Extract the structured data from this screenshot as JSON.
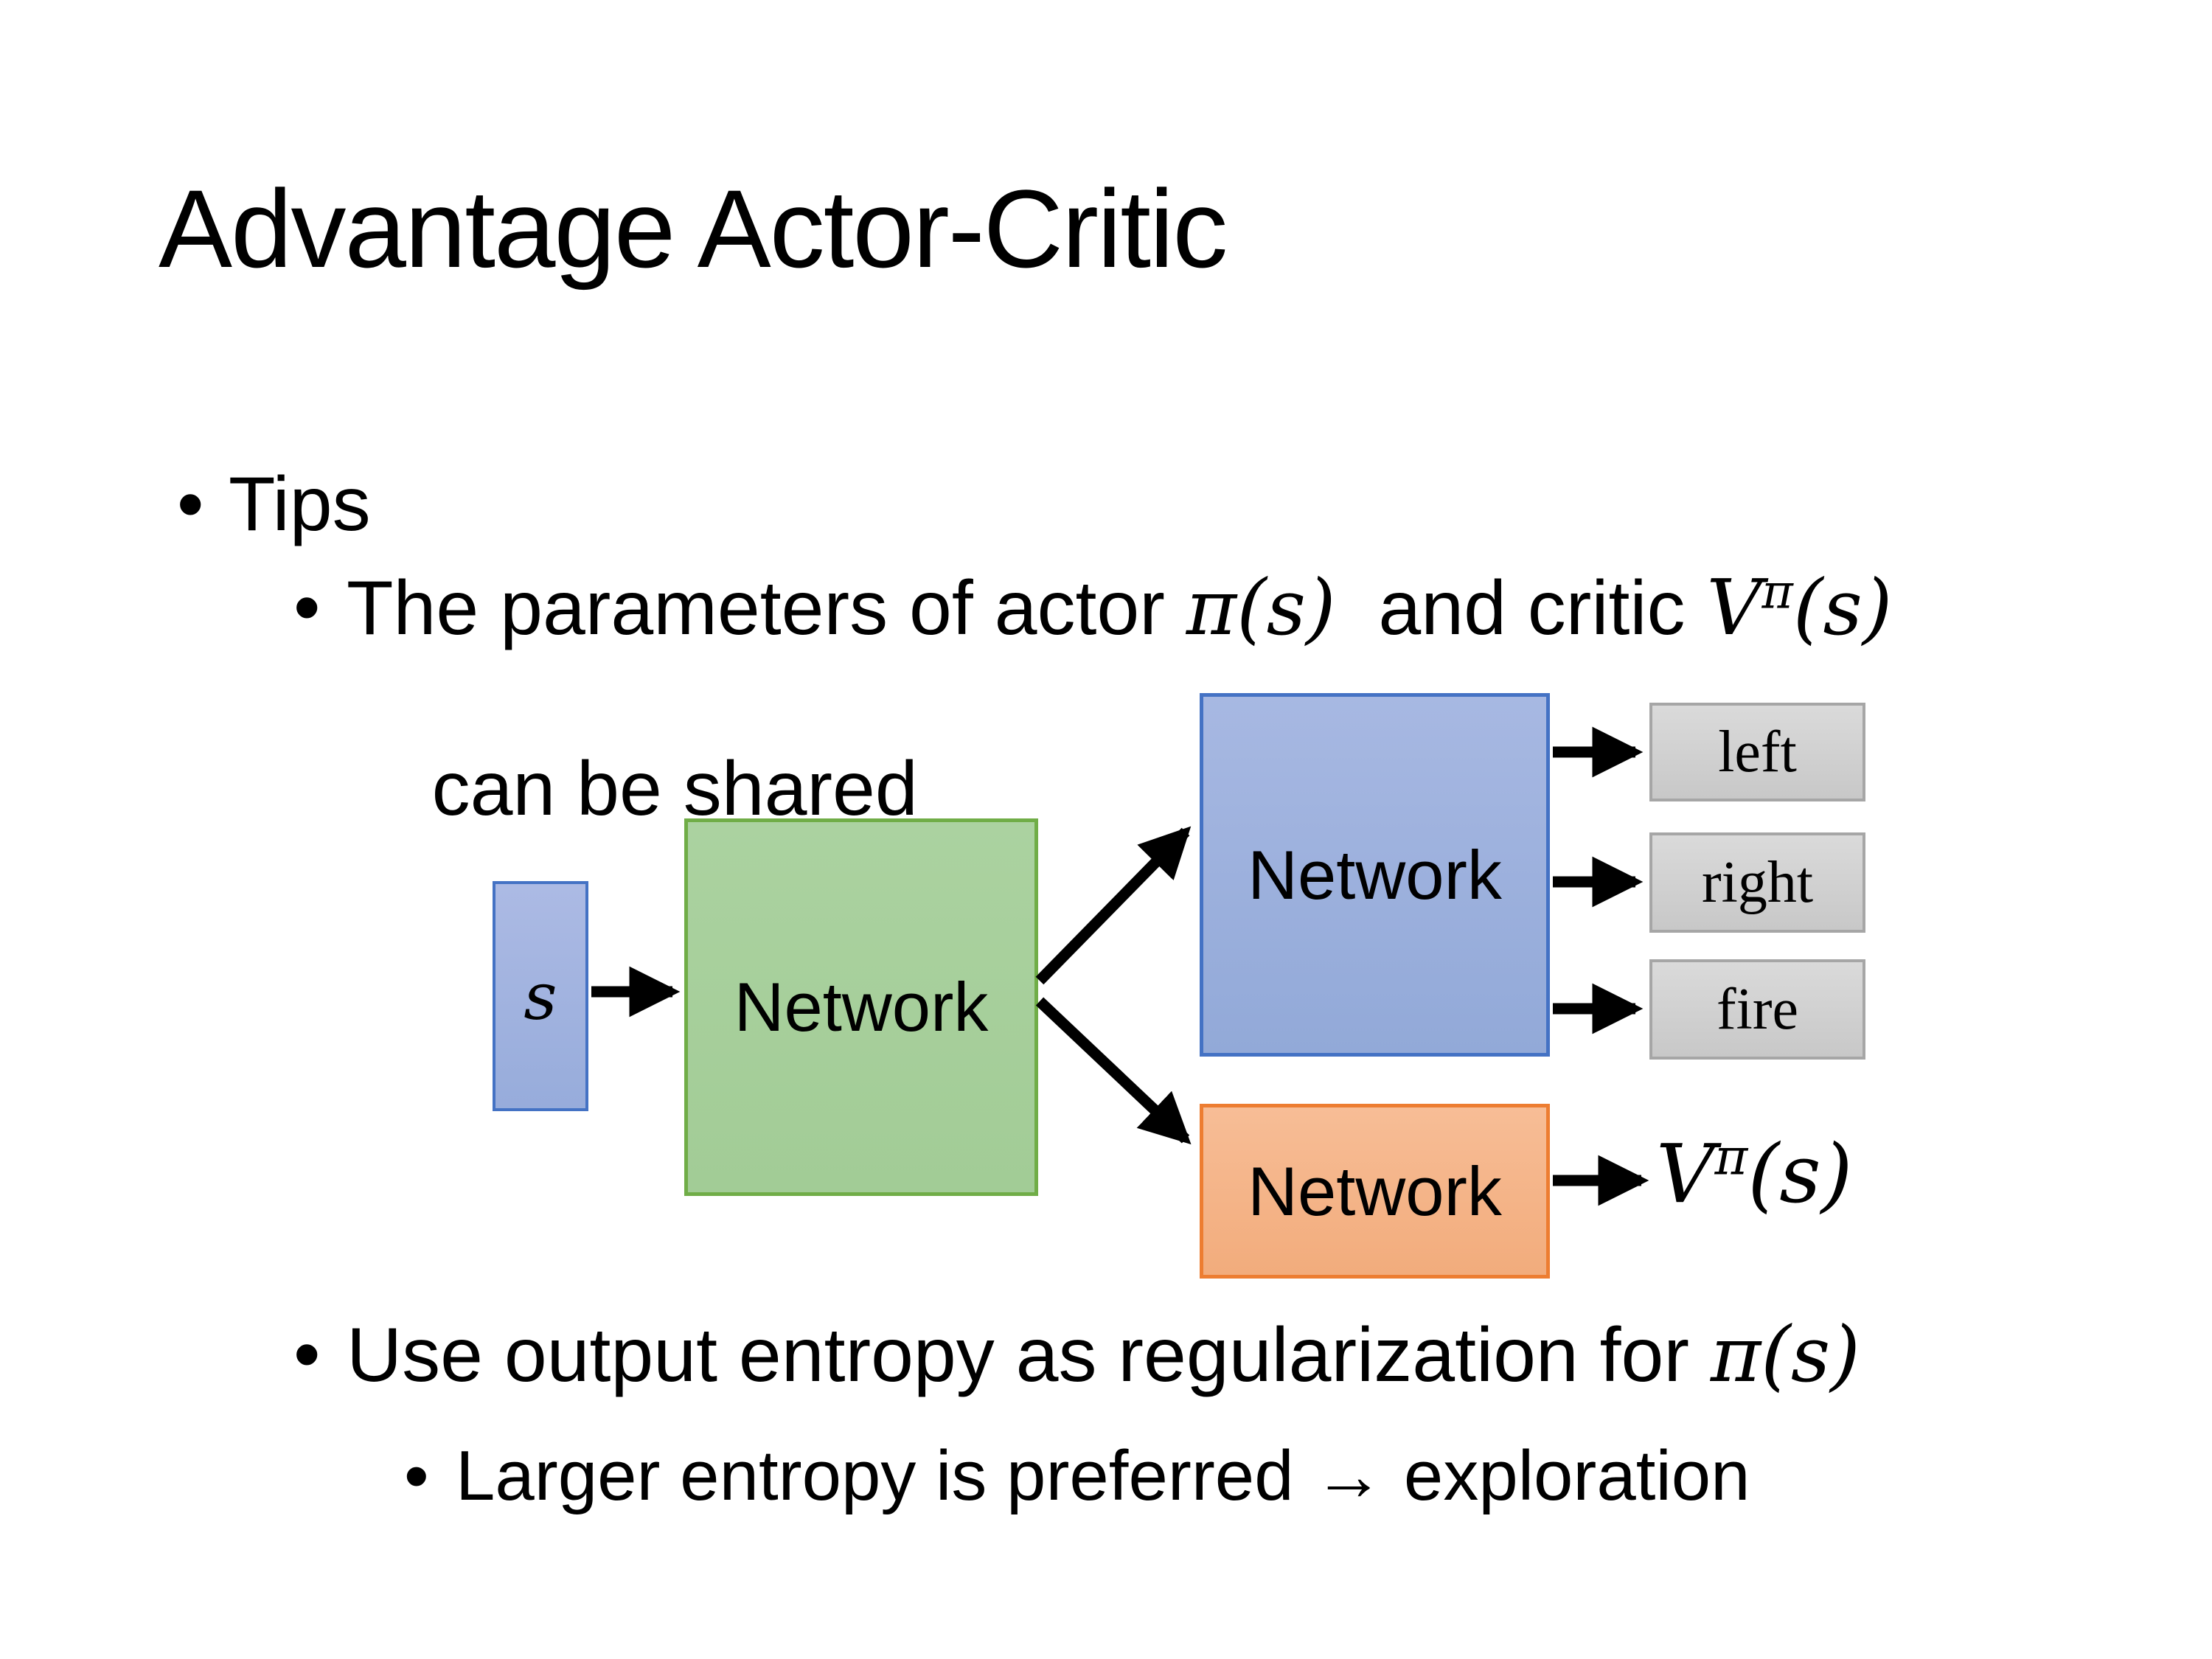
{
  "title": "Advantage Actor-Critic",
  "bullets": {
    "tips": "Tips",
    "bullet_glyph": "•",
    "shared_line1_text1": "The parameters of actor ",
    "shared_line1_math1": "π(s)",
    "shared_line1_text2": "  and critic ",
    "shared_line1_math2_base": "V",
    "shared_line1_math2_sup": "π",
    "shared_line1_math2_rest": "(s)",
    "shared_line2": "can be shared",
    "entropy_text1": "Use output entropy as regularization for ",
    "entropy_math1": "π(s)",
    "exploration": "Larger entropy is preferred → exploration"
  },
  "diagram": {
    "input_label": "s",
    "shared_network_label": "Network",
    "actor_network_label": "Network",
    "critic_network_label": "Network",
    "action_left": "left",
    "action_right": "right",
    "action_fire": "fire",
    "value_base": "V",
    "value_sup": "π",
    "value_rest": "(s)"
  },
  "colors": {
    "blue_fill": "#A2B4E0",
    "blue_border": "#4472C4",
    "green_fill": "#A9D19E",
    "green_border": "#70AD47",
    "orange_fill": "#F4B183",
    "orange_border": "#ED7D31",
    "gray_fill": "#D2D2D2",
    "gray_border": "#A6A6A6",
    "arrow": "#000000"
  }
}
